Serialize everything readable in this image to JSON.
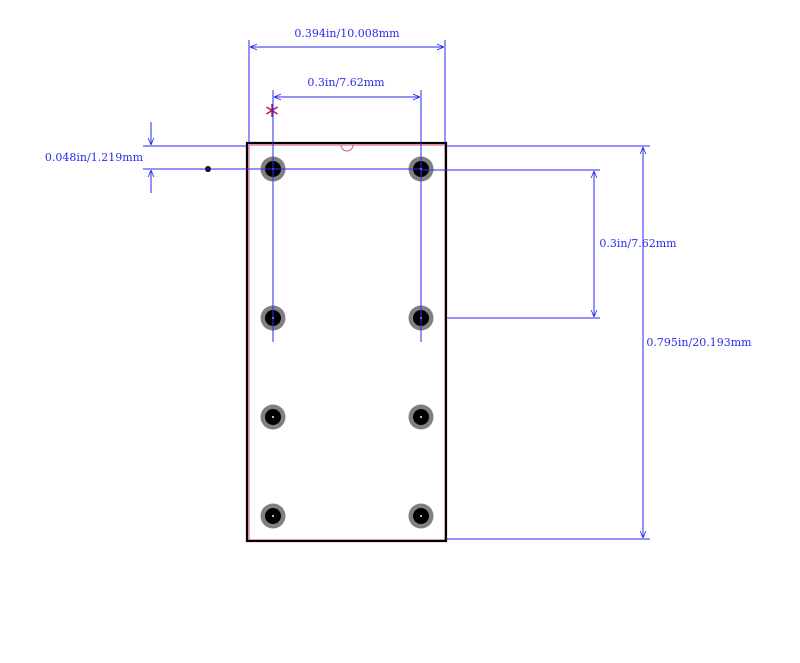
{
  "dimensions": {
    "overall_width": "0.394in/10.008mm",
    "pin_pitch_horizontal": "0.3in/7.62mm",
    "pad_offset": "0.048in/1.219mm",
    "pin_spacing_vertical": "0.3in/7.62mm",
    "overall_height": "0.795in/20.193mm"
  },
  "colors": {
    "dimension": "#2a2af0",
    "outline": "#000000",
    "body_edge": "#e05070",
    "pad_ring": "#808080",
    "pad_hole": "#000000",
    "origin_marker": "#b01050"
  },
  "pads": [
    {
      "col": 0,
      "row": 0
    },
    {
      "col": 1,
      "row": 0
    },
    {
      "col": 0,
      "row": 1
    },
    {
      "col": 1,
      "row": 1
    },
    {
      "col": 0,
      "row": 2
    },
    {
      "col": 1,
      "row": 2
    },
    {
      "col": 0,
      "row": 3
    },
    {
      "col": 1,
      "row": 3
    }
  ]
}
